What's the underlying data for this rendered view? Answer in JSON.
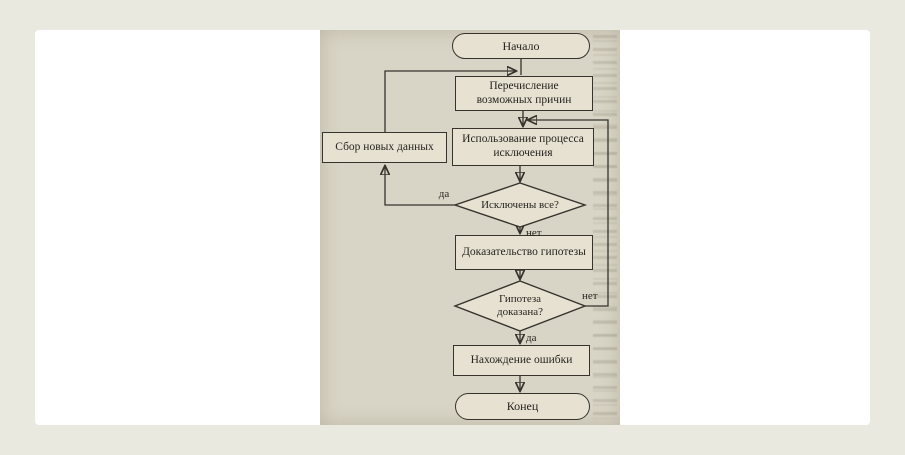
{
  "palette": {
    "outer_background": "#e9e9e0",
    "panel_background": "#ffffff",
    "scan_background": "#d9d5c6",
    "node_fill": "#e6e1d1",
    "line_color": "#35332c"
  },
  "flowchart": {
    "nodes": {
      "start": "Начало",
      "list_causes": "Перечисление возможных причин",
      "use_exclusion": "Использование процесса исключения",
      "collect_new_data": "Сбор новых данных",
      "all_excluded": "Исключены все?",
      "prove_hypothesis": "Доказательство гипотезы",
      "hypothesis_proven": "Гипотеза доказана?",
      "find_error": "Нахождение ошибки",
      "end": "Конец"
    },
    "edge_labels": {
      "all_excluded_yes": "да",
      "all_excluded_no": "нет",
      "hypothesis_no": "нет",
      "hypothesis_yes": "да"
    }
  }
}
